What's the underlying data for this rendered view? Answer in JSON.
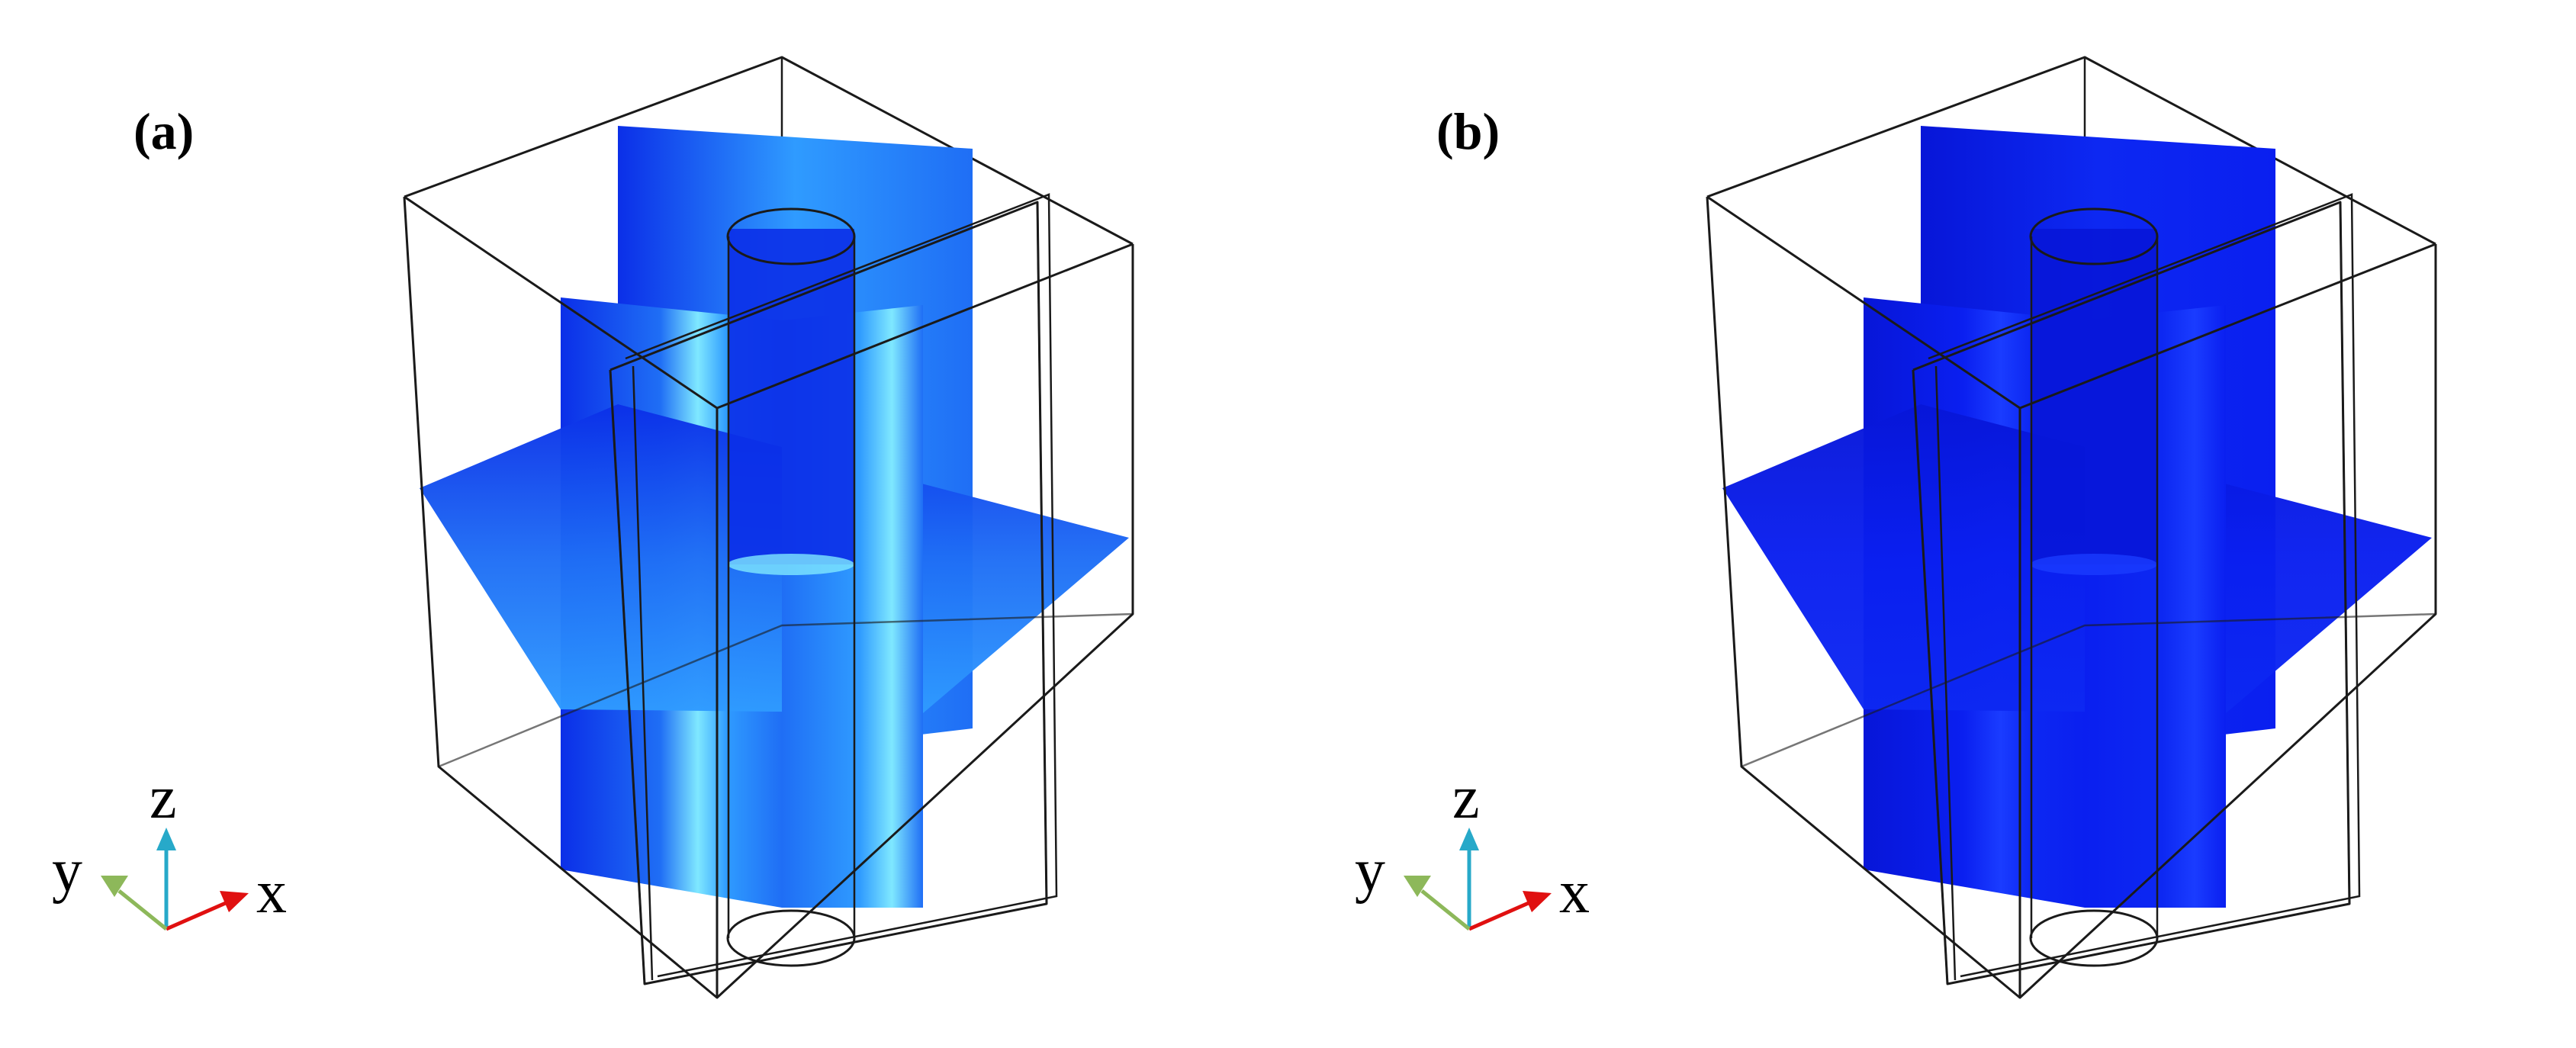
{
  "panels": [
    {
      "id": "a",
      "label": "(a)",
      "colors": {
        "field_base": "#1f6ef5",
        "field_dark": "#0b2fe8",
        "field_highlight": "#7fe8ff",
        "field_mid": "#2f9bff"
      },
      "triad": {
        "x_label": "x",
        "y_label": "y",
        "z_label": "z"
      }
    },
    {
      "id": "b",
      "label": "(b)",
      "colors": {
        "field_base": "#0a1ff0",
        "field_dark": "#0716d8",
        "field_highlight": "#1a3cff",
        "field_mid": "#0d28f2"
      },
      "triad": {
        "x_label": "x",
        "y_label": "y",
        "z_label": "z"
      }
    }
  ],
  "axis_colors": {
    "x": "#e01010",
    "y": "#8db85a",
    "z": "#27a9c9"
  }
}
